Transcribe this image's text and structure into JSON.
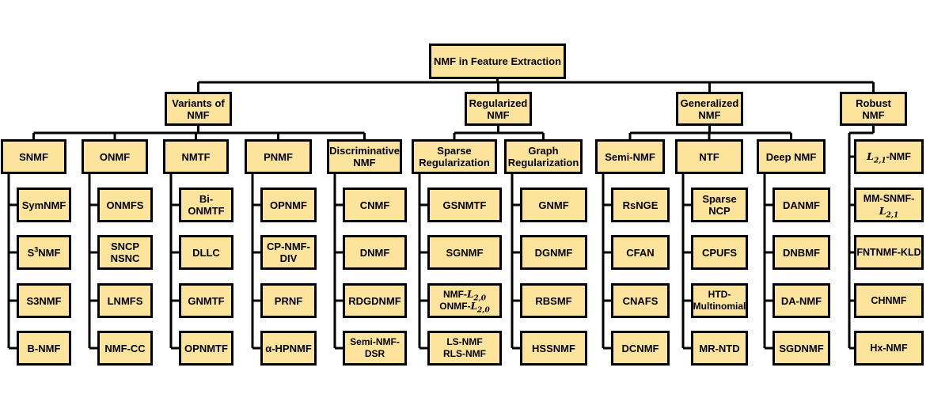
{
  "root": "NMF in Feature Extraction",
  "groups": [
    {
      "title": [
        "Variants of",
        "NMF"
      ],
      "cats": [
        {
          "title": [
            "SNMF"
          ],
          "items": [
            [
              "SymNMF"
            ],
            [
              "S³NMF"
            ],
            [
              "S3NMF"
            ],
            [
              "B-NMF"
            ]
          ]
        },
        {
          "title": [
            "ONMF"
          ],
          "items": [
            [
              "ONMFS"
            ],
            [
              "SNCP",
              "NSNC"
            ],
            [
              "LNMFS"
            ],
            [
              "NMF-CC"
            ]
          ]
        },
        {
          "title": [
            "NMTF"
          ],
          "items": [
            [
              "Bi-ONMTF"
            ],
            [
              "DLLC"
            ],
            [
              "GNMTF"
            ],
            [
              "OPNMTF"
            ]
          ]
        },
        {
          "title": [
            "PNMF"
          ],
          "items": [
            [
              "OPNMF"
            ],
            [
              "CP-NMF-DIV"
            ],
            [
              "PRNF"
            ],
            [
              "α-HPNMF"
            ]
          ]
        },
        {
          "title": [
            "Discriminative",
            "NMF"
          ],
          "items": [
            [
              "CNMF"
            ],
            [
              "DNMF"
            ],
            [
              "RDGDNMF"
            ],
            [
              "Semi-NMF-",
              "DSR"
            ]
          ]
        }
      ]
    },
    {
      "title": [
        "Regularized",
        "NMF"
      ],
      "cats": [
        {
          "title": [
            "Sparse",
            "Regularization"
          ],
          "items": [
            [
              "GSNMTF"
            ],
            [
              "SGNMF"
            ],
            [
              "NMF-L2,0",
              "ONMF-L2,0"
            ],
            [
              "LS-NMF",
              "RLS-NMF"
            ]
          ]
        },
        {
          "title": [
            "Graph",
            "Regularization"
          ],
          "items": [
            [
              "GNMF"
            ],
            [
              "DGNMF"
            ],
            [
              "RBSMF"
            ],
            [
              "HSSNMF"
            ]
          ]
        }
      ]
    },
    {
      "title": [
        "Generalized",
        "NMF"
      ],
      "cats": [
        {
          "title": [
            "Semi-NMF"
          ],
          "items": [
            [
              "RsNGE"
            ],
            [
              "CFAN"
            ],
            [
              "CNAFS"
            ],
            [
              "DCNMF"
            ]
          ]
        },
        {
          "title": [
            "NTF"
          ],
          "items": [
            [
              "Sparse NCP"
            ],
            [
              "CPUFS"
            ],
            [
              "HTD-",
              "Multinomial"
            ],
            [
              "MR-NTD"
            ]
          ]
        },
        {
          "title": [
            "Deep NMF"
          ],
          "items": [
            [
              "DANMF"
            ],
            [
              "DNBMF"
            ],
            [
              "DA-NMF"
            ],
            [
              "SGDNMF"
            ]
          ]
        }
      ]
    },
    {
      "title": [
        "Robust",
        "NMF"
      ],
      "cats": [
        {
          "title": [],
          "items": [
            [
              "L2,1-NMF"
            ],
            [
              "MM-SNMF-",
              "L2,1"
            ],
            [
              "FNTNMF-KLD"
            ],
            [
              "CHNMF"
            ],
            [
              "Hx-NMF"
            ]
          ]
        }
      ]
    }
  ]
}
